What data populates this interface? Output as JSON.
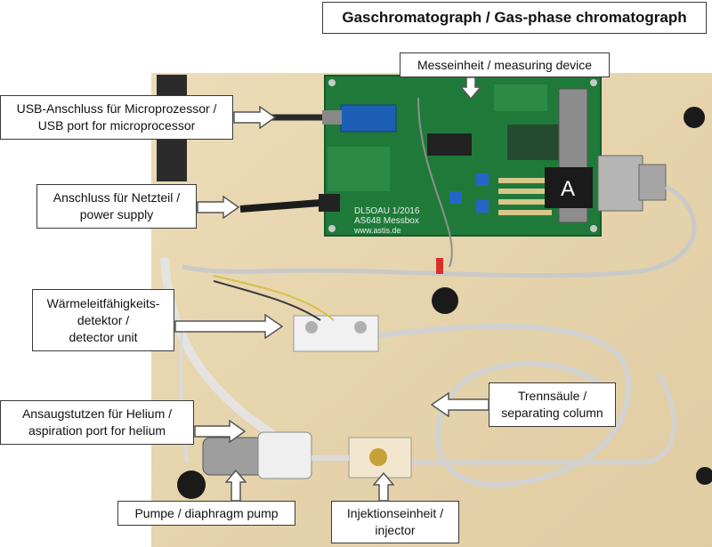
{
  "title": "Gaschromatograph / Gas-phase chromatograph",
  "labels": {
    "measuring": {
      "l1": "Messeinheit / measuring device"
    },
    "usb": {
      "l1": "USB-Anschluss für Microprozessor /",
      "l2": "USB port for microprocessor"
    },
    "power": {
      "l1": "Anschluss für Netzteil /",
      "l2": "power supply"
    },
    "detector": {
      "l1": "Wärmeleitfähigkeits-",
      "l2": "detektor /",
      "l3": "detector unit"
    },
    "column": {
      "l1": "Trennsäule /",
      "l2": "separating column"
    },
    "helium": {
      "l1": "Ansaugstutzen für Helium /",
      "l2": "aspiration port for helium"
    },
    "pump": {
      "l1": "Pumpe / diaphragm pump"
    },
    "injector": {
      "l1": "Injektionseinheit /",
      "l2": "injector"
    }
  },
  "board": {
    "line1": "DL5OAU 1/2016",
    "line2": "AS648  Messbox",
    "line3": "www.astis.de",
    "port_letter": "A"
  },
  "colors": {
    "board": "#1f7a3a",
    "base": "#e9d7b0",
    "cable": "#cfcfcf",
    "arrow_fill": "#ffffff",
    "arrow_stroke": "#555555"
  }
}
